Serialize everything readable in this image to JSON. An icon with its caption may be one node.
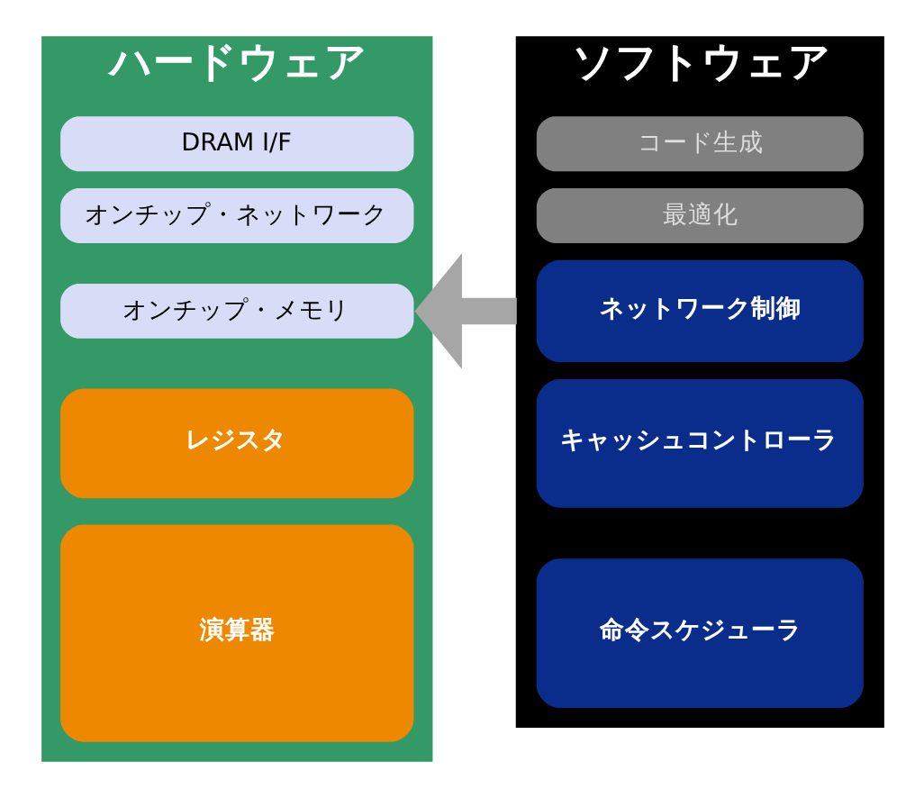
{
  "diagram": {
    "nodes": [
      {
        "text": [
          "ハードウェア"
        ]
      },
      {
        "text": [
          "DRAM I/F"
        ],
        "in": 0
      },
      {
        "text": [
          "オンチップ・ネットワーク"
        ],
        "in": 0
      },
      {
        "text": [
          "オンチップ・メモリ"
        ],
        "in": 0
      },
      {
        "text": [
          "レジスタ"
        ],
        "in": 0
      },
      {
        "text": [
          "演算器"
        ],
        "in": 0
      },
      {
        "text": [
          "ソフトウェア"
        ]
      },
      {
        "text": [
          "コード生成"
        ],
        "in": 6
      },
      {
        "text": [
          "最適化"
        ],
        "in": 6
      },
      {
        "text": [
          "ネットワーク制御"
        ],
        "in": 6
      },
      {
        "text": [
          "キャッシュコントローラ"
        ],
        "in": 6
      },
      {
        "text": [
          "命令スケジューラ"
        ],
        "in": 6
      }
    ],
    "edges": [
      {
        "from": 6,
        "to": 0,
        "arrow": "to"
      }
    ]
  }
}
